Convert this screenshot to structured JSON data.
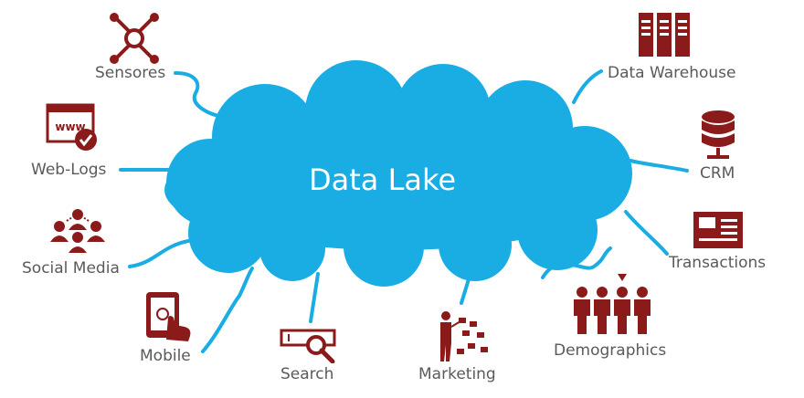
{
  "center": {
    "title": "Data Lake"
  },
  "sources": {
    "sensores": "Sensores",
    "web_logs": "Web-Logs",
    "social_media": "Social Media",
    "mobile": "Mobile",
    "search": "Search",
    "marketing": "Marketing",
    "demographics": "Demographics",
    "transactions": "Transactions",
    "crm": "CRM",
    "data_warehouse": "Data Warehouse"
  },
  "icons": {
    "sensores": "sensor-network-icon",
    "web_logs": "www-browser-icon",
    "social_media": "people-group-icon",
    "mobile": "tablet-touch-icon",
    "search": "search-bar-icon",
    "marketing": "marketing-board-icon",
    "demographics": "demographics-people-icon",
    "transactions": "card-icon",
    "crm": "database-icon",
    "data_warehouse": "server-rack-icon"
  },
  "colors": {
    "cloud": "#19ADE3",
    "icon": "#8B1A1A",
    "label": "#5A5A5A"
  }
}
